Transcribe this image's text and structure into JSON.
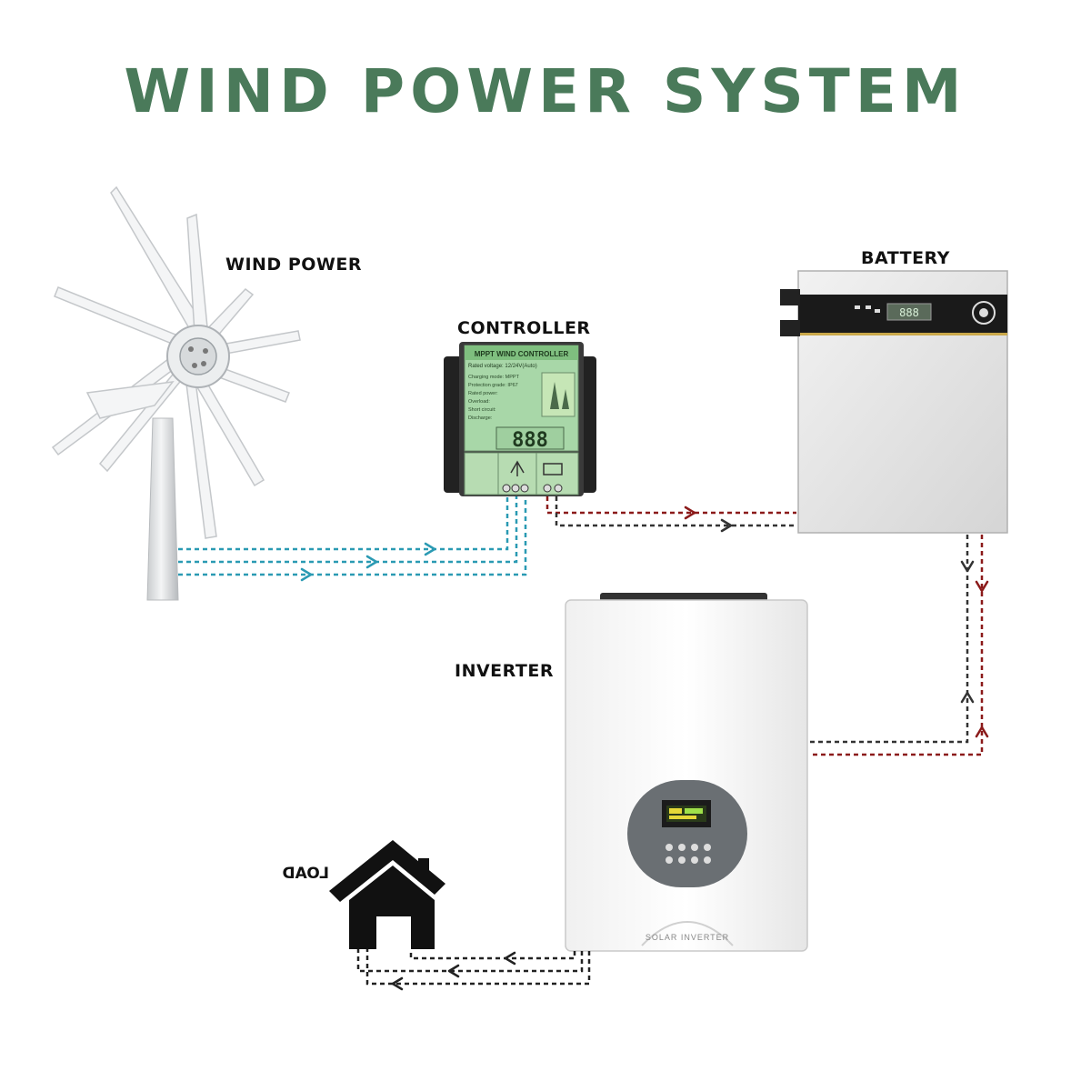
{
  "title": "WIND POWER SYSTEM",
  "labels": {
    "wind_power": "WIND POWER",
    "controller": "CONTROLLER",
    "battery": "BATTERY",
    "inverter": "INVERTER",
    "load": "LOAD"
  },
  "controller_panel": {
    "header": "MPPT WIND CONTROLLER",
    "subheader": "Rated voltage: 12/24V(Auto)",
    "readout": "888",
    "lines": [
      "Charging mode: MPPT",
      "Protection grade: IP67",
      "Rated power:",
      "Overload:",
      "Short circuit:",
      "Discharge:"
    ]
  },
  "battery_display": "888",
  "inverter_nameplate": "SOLAR INVERTER",
  "colors": {
    "title_green": "#4a7a5a",
    "wind_flow": "#2a9ab3",
    "battery_flow": "#8b1a1a",
    "load_flow": "#222222"
  },
  "icons": [
    "wind-turbine-icon",
    "house-icon",
    "arrow-icon"
  ]
}
